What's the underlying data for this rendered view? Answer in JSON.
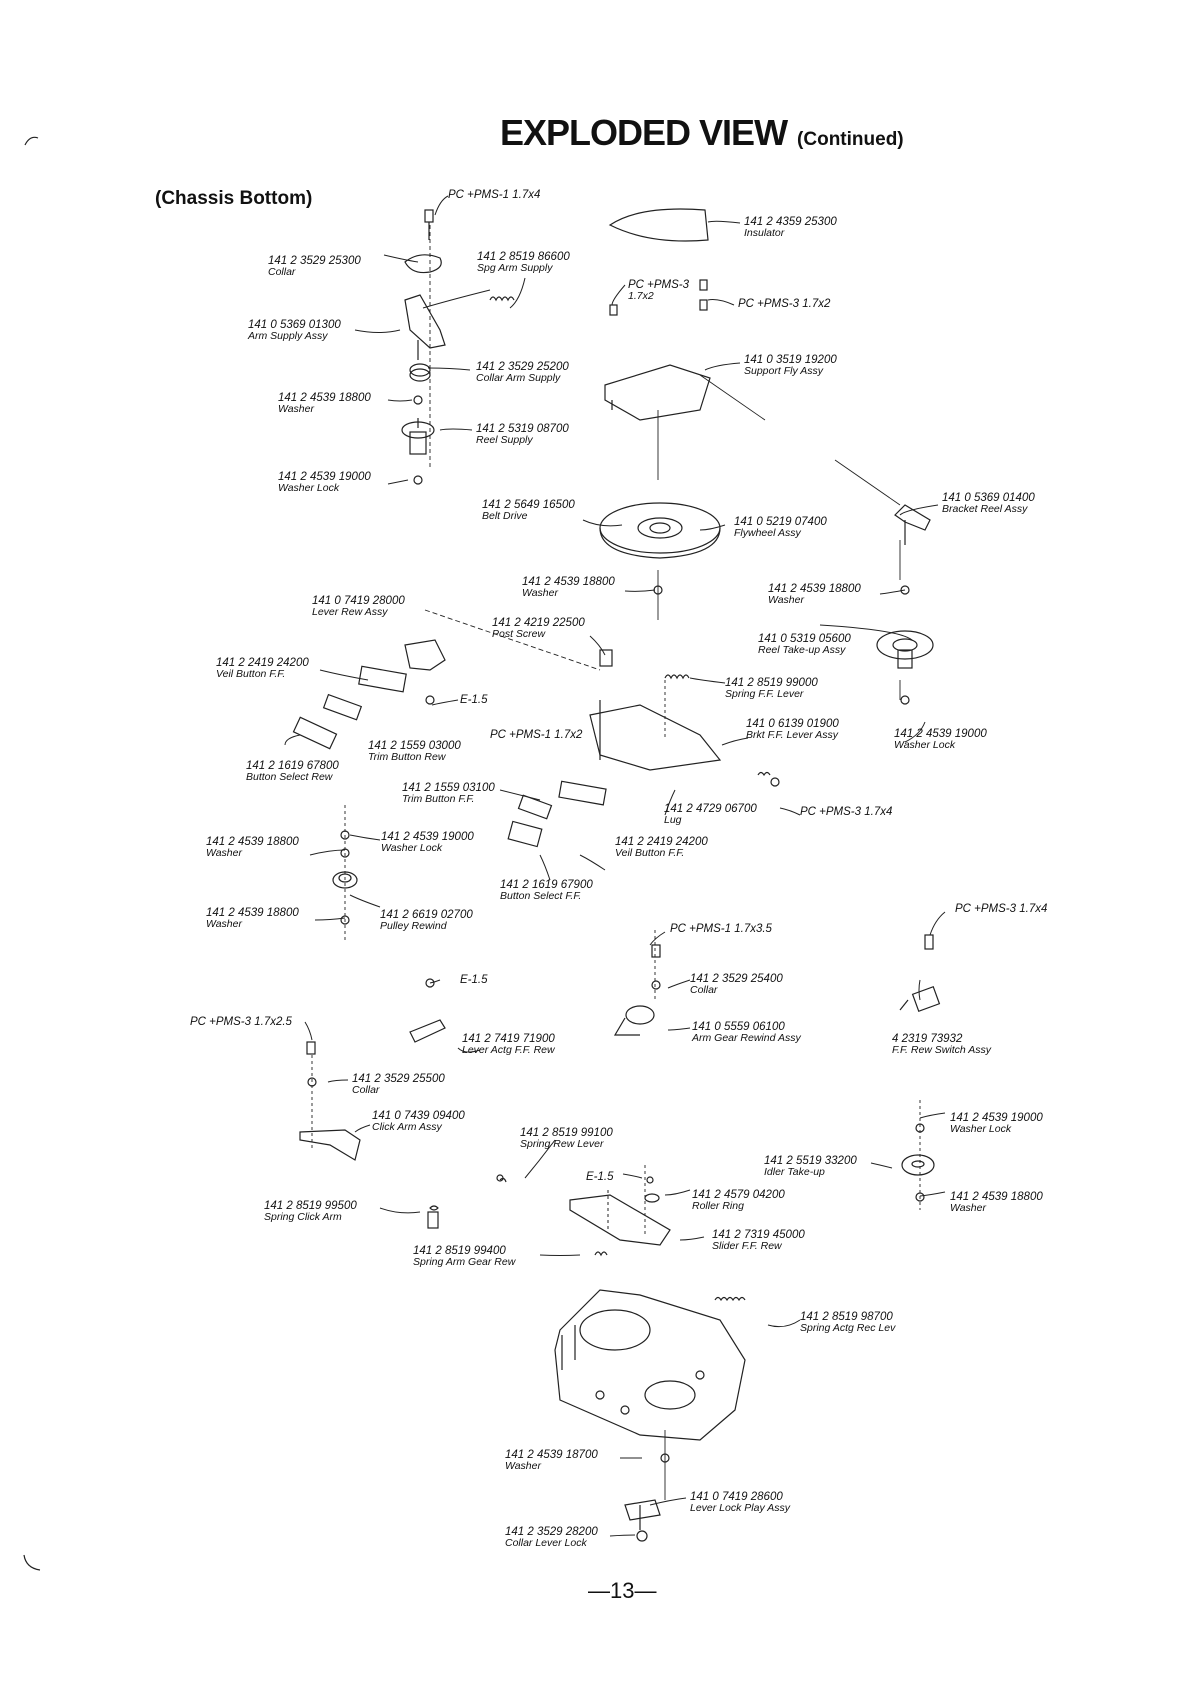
{
  "title": "EXPLODED VIEW",
  "title_suffix": "(Continued)",
  "subtitle": "(Chassis Bottom)",
  "page_number": "—13—",
  "parts": [
    {
      "id": "screw-top",
      "part": "PC +PMS-1 1.7x4",
      "name": ""
    },
    {
      "id": "collar-1",
      "part": "141 2 3529 25300",
      "name": "Collar"
    },
    {
      "id": "spg-arm-supply",
      "part": "141 2 8519 86600",
      "name": "Spg Arm Supply"
    },
    {
      "id": "insulator",
      "part": "141 2 4359 25300",
      "name": "Insulator"
    },
    {
      "id": "screw-1",
      "part": "PC +PMS-3",
      "name": "1.7x2"
    },
    {
      "id": "screw-2",
      "part": "PC +PMS-3 1.7x2",
      "name": ""
    },
    {
      "id": "arm-supply-assy",
      "part": "141 0 5369 01300",
      "name": "Arm Supply Assy"
    },
    {
      "id": "collar-arm-supply",
      "part": "141 2 3529 25200",
      "name": "Collar Arm Supply"
    },
    {
      "id": "support-fly-assy",
      "part": "141 0 3519 19200",
      "name": "Support Fly Assy"
    },
    {
      "id": "washer-1",
      "part": "141 2 4539 18800",
      "name": "Washer"
    },
    {
      "id": "reel-supply",
      "part": "141 2 5319 08700",
      "name": "Reel Supply"
    },
    {
      "id": "washer-lock-1",
      "part": "141 2 4539 19000",
      "name": "Washer Lock"
    },
    {
      "id": "bracket-reel-assy",
      "part": "141 0 5369 01400",
      "name": "Bracket Reel Assy"
    },
    {
      "id": "belt-drive",
      "part": "141 2 5649 16500",
      "name": "Belt Drive"
    },
    {
      "id": "flywheel-assy",
      "part": "141 0 5219 07400",
      "name": "Flywheel Assy"
    },
    {
      "id": "washer-2",
      "part": "141 2 4539 18800",
      "name": "Washer"
    },
    {
      "id": "washer-3",
      "part": "141 2 4539 18800",
      "name": "Washer"
    },
    {
      "id": "lever-rew-assy",
      "part": "141 0 7419 28000",
      "name": "Lever Rew Assy"
    },
    {
      "id": "post-screw",
      "part": "141 2 4219 22500",
      "name": "Post Screw"
    },
    {
      "id": "reel-take-up-assy",
      "part": "141 0 5319 05600",
      "name": "Reel Take-up Assy"
    },
    {
      "id": "veil-button-ff-1",
      "part": "141 2 2419 24200",
      "name": "Veil Button F.F."
    },
    {
      "id": "spring-ff-lever",
      "part": "141 2 8519 99000",
      "name": "Spring F.F. Lever"
    },
    {
      "id": "e15-1",
      "part": "E-1.5",
      "name": ""
    },
    {
      "id": "brkt-ff-lever-assy",
      "part": "141 0 6139 01900",
      "name": "Brkt F.F. Lever Assy"
    },
    {
      "id": "washer-lock-2",
      "part": "141 2 4539 19000",
      "name": "Washer Lock"
    },
    {
      "id": "screw-3",
      "part": "PC +PMS-1 1.7x2",
      "name": ""
    },
    {
      "id": "trim-button-rew",
      "part": "141 2 1559 03000",
      "name": "Trim Button Rew"
    },
    {
      "id": "button-select-rew",
      "part": "141 2 1619 67800",
      "name": "Button Select Rew"
    },
    {
      "id": "trim-button-ff",
      "part": "141 2 1559 03100",
      "name": "Trim Button F.F."
    },
    {
      "id": "lug",
      "part": "141 2 4729 06700",
      "name": "Lug"
    },
    {
      "id": "screw-4",
      "part": "PC +PMS-3 1.7x4",
      "name": ""
    },
    {
      "id": "washer-4",
      "part": "141 2 4539 18800",
      "name": "Washer"
    },
    {
      "id": "washer-lock-3",
      "part": "141 2 4539 19000",
      "name": "Washer Lock"
    },
    {
      "id": "veil-button-ff-2",
      "part": "141 2 2419 24200",
      "name": "Veil Button F.F."
    },
    {
      "id": "button-select-ff",
      "part": "141 2 1619 67900",
      "name": "Button Select F.F."
    },
    {
      "id": "screw-5",
      "part": "PC +PMS-3 1.7x4",
      "name": ""
    },
    {
      "id": "washer-5",
      "part": "141 2 4539 18800",
      "name": "Washer"
    },
    {
      "id": "pulley-rewind",
      "part": "141 2 6619 02700",
      "name": "Pulley Rewind"
    },
    {
      "id": "screw-6",
      "part": "PC +PMS-1 1.7x3.5",
      "name": ""
    },
    {
      "id": "e15-2",
      "part": "E-1.5",
      "name": ""
    },
    {
      "id": "collar-2",
      "part": "141 2 3529 25400",
      "name": "Collar"
    },
    {
      "id": "screw-7",
      "part": "PC +PMS-3 1.7x2.5",
      "name": ""
    },
    {
      "id": "lever-actg-ff-rew",
      "part": "141 2 7419 71900",
      "name": "Lever Actg F.F. Rew"
    },
    {
      "id": "arm-gear-rewind-assy",
      "part": "141 0 5559 06100",
      "name": "Arm Gear Rewind Assy"
    },
    {
      "id": "ff-rew-switch-assy",
      "part": "4 2319 73932",
      "name": "F.F. Rew Switch Assy"
    },
    {
      "id": "collar-3",
      "part": "141 2 3529 25500",
      "name": "Collar"
    },
    {
      "id": "click-arm-assy",
      "part": "141 0 7439 09400",
      "name": "Click Arm Assy"
    },
    {
      "id": "washer-lock-4",
      "part": "141 2 4539 19000",
      "name": "Washer Lock"
    },
    {
      "id": "spring-rew-lever",
      "part": "141 2 8519 99100",
      "name": "Spring Rew Lever"
    },
    {
      "id": "idler-take-up",
      "part": "141 2 5519 33200",
      "name": "Idler Take-up"
    },
    {
      "id": "e15-3",
      "part": "E-1.5",
      "name": ""
    },
    {
      "id": "roller-ring",
      "part": "141 2 4579 04200",
      "name": "Roller Ring"
    },
    {
      "id": "washer-6",
      "part": "141 2 4539 18800",
      "name": "Washer"
    },
    {
      "id": "spring-click-arm",
      "part": "141 2 8519 99500",
      "name": "Spring Click Arm"
    },
    {
      "id": "slider-ff-rew",
      "part": "141 2 7319 45000",
      "name": "Slider F.F. Rew"
    },
    {
      "id": "spring-arm-gear-rew",
      "part": "141 2 8519 99400",
      "name": "Spring Arm Gear Rew"
    },
    {
      "id": "spring-actg-rec-lev",
      "part": "141 2 8519 98700",
      "name": "Spring Actg Rec Lev"
    },
    {
      "id": "washer-7",
      "part": "141 2 4539 18700",
      "name": "Washer"
    },
    {
      "id": "lever-lock-play-assy",
      "part": "141 0 7419 28600",
      "name": "Lever Lock Play Assy"
    },
    {
      "id": "collar-lever-lock",
      "part": "141 2 3529 28200",
      "name": "Collar Lever Lock"
    }
  ]
}
